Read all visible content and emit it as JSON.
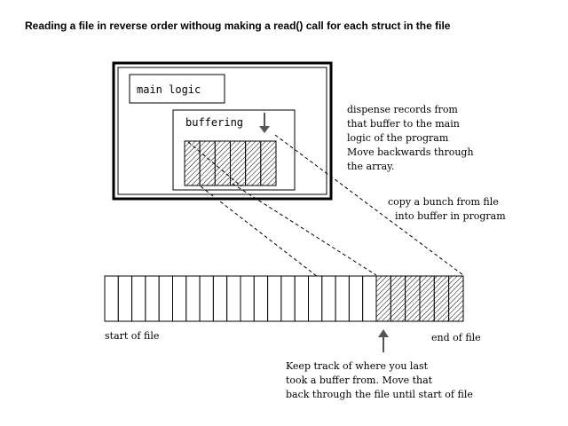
{
  "title": "Reading a file in reverse order withoug making a read() call for each struct in the file",
  "program": {
    "main_logic_label": "main logic",
    "buffering_label": "buffering",
    "buffer_cells": 6
  },
  "file": {
    "plain_cells": 20,
    "buffer_cells": 6,
    "start_label": "start of file",
    "end_label": "end of file"
  },
  "notes": {
    "dispense": [
      "dispense records from",
      "that buffer to the main",
      "logic of the program",
      "Move backwards through",
      "the array."
    ],
    "copy": [
      "copy a bunch from file",
      "into buffer in program"
    ],
    "keep_track": [
      "Keep track of where you last",
      "took a buffer from.  Move that",
      "back through the file until start of file"
    ]
  }
}
